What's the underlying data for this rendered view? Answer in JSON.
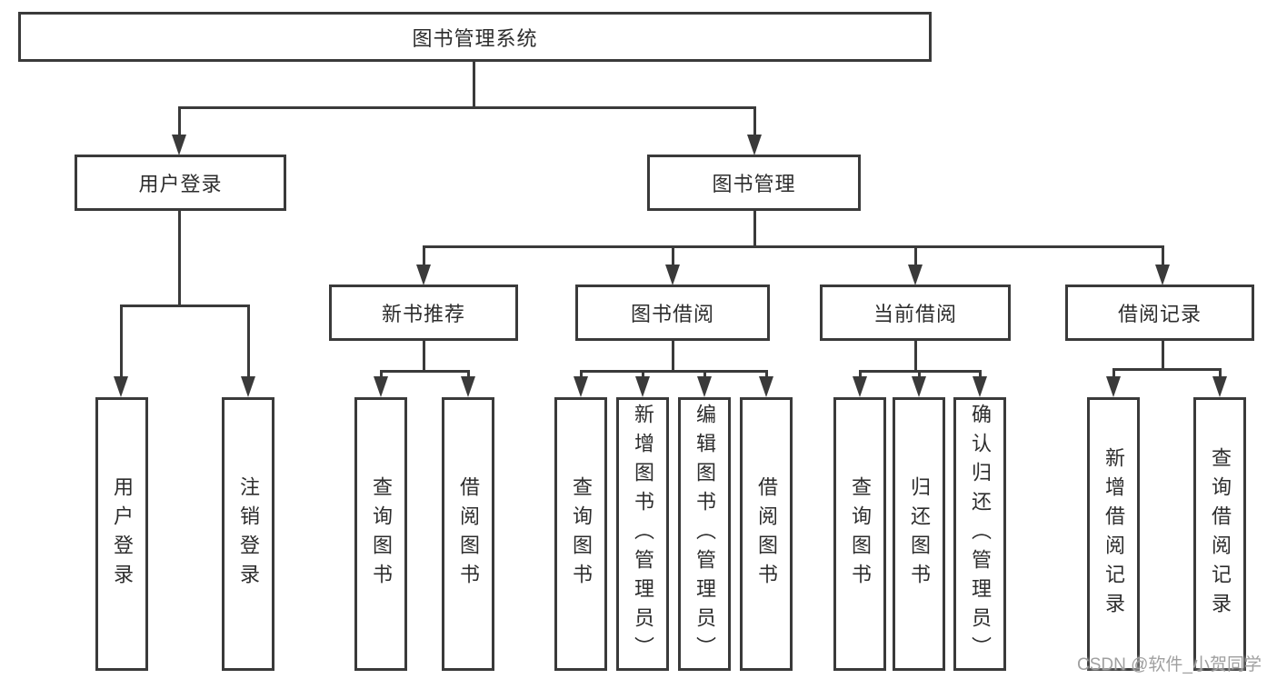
{
  "diagram": {
    "root": {
      "label": "图书管理系统"
    },
    "level2": [
      {
        "label": "用户登录"
      },
      {
        "label": "图书管理"
      }
    ],
    "level3": [
      {
        "label": "新书推荐"
      },
      {
        "label": "图书借阅"
      },
      {
        "label": "当前借阅"
      },
      {
        "label": "借阅记录"
      }
    ],
    "leaves": {
      "login": [
        "用户登录",
        "注销登录"
      ],
      "newbook": [
        "查询图书",
        "借阅图书"
      ],
      "borrow": [
        "查询图书",
        "新增图书（管理员）",
        "编辑图书（管理员）",
        "借阅图书"
      ],
      "current": [
        "查询图书",
        "归还图书",
        "确认归还（管理员）"
      ],
      "records": [
        "新增借阅记录",
        "查询借阅记录"
      ]
    }
  },
  "watermark": {
    "text": "CSDN @软件_小贺同学"
  },
  "colors": {
    "line": "#3a3a3a",
    "box_border": "#3a3a3a",
    "text": "#2d2d2d",
    "watermark": "#a0a0a0",
    "background": "#ffffff"
  }
}
